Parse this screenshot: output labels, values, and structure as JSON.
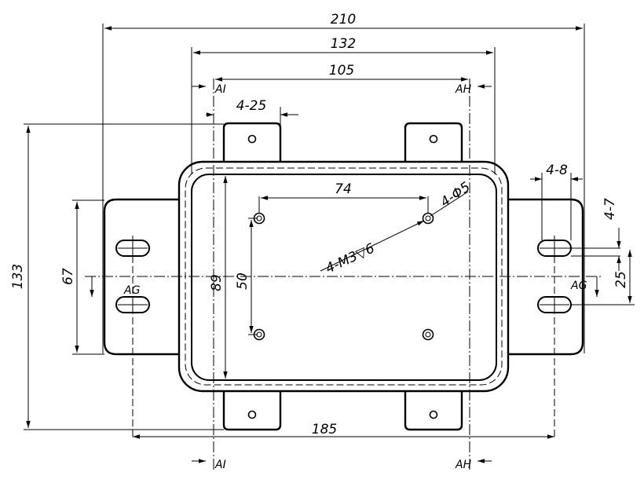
{
  "drawing": {
    "dimensions": {
      "overall_width": "210",
      "enclosure_width": "132",
      "section_span": "105",
      "ear_spacing": "4-25",
      "hole_spacing_x": "74",
      "hole_dia": "4-Φ5",
      "thread_callout": "4-M3▽6",
      "slot_width": "4-8",
      "slot_offset": "4-7",
      "slot_pitch": "25",
      "overall_height": "133",
      "flange_height": "67",
      "inner_height": "89",
      "hole_spacing_y": "50",
      "slot_span": "185"
    },
    "section_labels": {
      "ai": "AI",
      "ah": "AH",
      "ag": "AG"
    }
  }
}
